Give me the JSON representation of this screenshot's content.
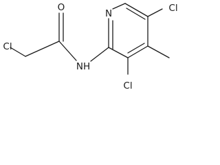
{
  "molecule": {
    "atom_labels": {
      "cl_chloromethyl": "Cl",
      "o_carbonyl": "O",
      "n_amide": "NH",
      "n_ring": "N",
      "cl_ring_5": "Cl",
      "cl_ring_3": "Cl"
    }
  }
}
